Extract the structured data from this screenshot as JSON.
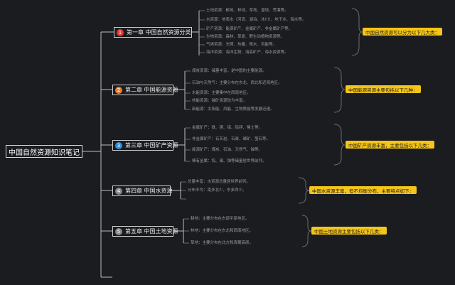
{
  "root": {
    "title": "中国自然资源知识笔记"
  },
  "chapters": [
    {
      "number": "1",
      "badge_color": "#e03c31",
      "title": "第一章 中国自然资源分类",
      "summary": "中国自然资源可以分为以下几大类：",
      "leaves": [
        "土地资源：耕地、林地、草地、湿地、荒漠等。",
        "水资源：地表水（河流、湖泊、冰川）、地下水、海水等。",
        "矿产资源：能源矿产、金属矿产、非金属矿产等。",
        "生物资源：森林、草原、野生动植物资源等。",
        "气候资源：光照、热量、降水、风能等。",
        "海洋资源：海洋生物、海底矿产、海水资源等。"
      ]
    },
    {
      "number": "2",
      "badge_color": "#f07c2a",
      "title": "第二章 中国能源资源",
      "summary": "中国能源资源主要包括以下几种：",
      "leaves": [
        "煤炭资源：储量丰富，是中国的主要能源。",
        "石油与天然气：主要分布在东北、西北和近海地区。",
        "水能资源：主要集中在西南地区。",
        "核能资源：铀矿资源较为丰富。",
        "新能源：太阳能、风能、生物质能等发展迅速。"
      ]
    },
    {
      "number": "3",
      "badge_color": "#2f8fe0",
      "title": "第三章 中国矿产资源",
      "summary": "中国矿产资源丰富，主要包括以下几类：",
      "leaves": [
        "金属矿产：铁、铜、铝、铅锌、稀土等。",
        "非金属矿产：石灰岩、石膏、磷矿、萤石等。",
        "能源矿产：煤炭、石油、天然气、铀等。",
        "稀有金属：钨、锡、锑等储量居世界前列。"
      ]
    },
    {
      "number": "4",
      "badge_color": "#8a8a8a",
      "title": "第四章 中国水资源",
      "summary": "中国水资源丰富，但不均衡分布，主要特点如下：",
      "leaves": [
        "总量丰富：水资源总量居世界前列。",
        "分布不均：南多北少，东多西少。"
      ]
    },
    {
      "number": "5",
      "badge_color": "#8a8a8a",
      "title": "第五章 中国土地资源",
      "summary": "中国土地资源主要包括以下几类：",
      "leaves": [
        "耕地：主要分布在东部平原地区。",
        "林地：主要分布在东北和西南地区。",
        "草地：主要分布在北方和青藏高原。"
      ]
    }
  ]
}
